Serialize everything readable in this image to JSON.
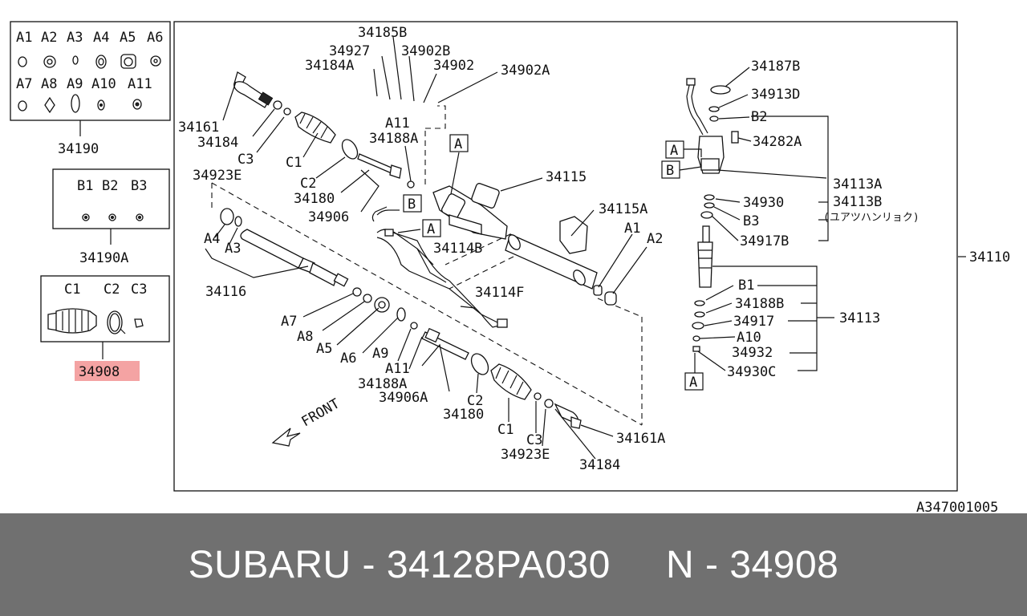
{
  "diagram": {
    "main_assembly": "34110",
    "image_code": "A347001005",
    "front": "FRONT",
    "highlight_color": "#f4a3a3",
    "highlighted_part": "34908",
    "kit_34190": {
      "label": "34190",
      "items": [
        "A1",
        "A2",
        "A3",
        "A4",
        "A5",
        "A6",
        "A7",
        "A8",
        "A9",
        "A10",
        "A11"
      ]
    },
    "kit_34190A": {
      "label": "34190A",
      "items": [
        "B1",
        "B2",
        "B3"
      ]
    },
    "kit_34908": {
      "label": "34908",
      "items": [
        "C1",
        "C2",
        "C3"
      ]
    },
    "refs": {
      "a": "A",
      "b": "B"
    },
    "labels": {
      "p34185B": "34185B",
      "p34927": "34927",
      "p34902B": "34902B",
      "p34184A": "34184A",
      "p34902": "34902",
      "p34902A": "34902A",
      "a11_top": "A11",
      "p34188A_top": "34188A",
      "p34161": "34161",
      "p34184_left": "34184",
      "c3_left": "C3",
      "c1_left": "C1",
      "c2_left": "C2",
      "p34180_left": "34180",
      "p34923E_left": "34923E",
      "p34906": "34906",
      "p34115": "34115",
      "p34115A": "34115A",
      "a1_right": "A1",
      "a2_right": "A2",
      "a4": "A4",
      "a3": "A3",
      "p34114B": "34114B",
      "p34116": "34116",
      "p34114F": "34114F",
      "a7": "A7",
      "a8": "A8",
      "a5": "A5",
      "a6": "A6",
      "a9": "A9",
      "a11_bottom": "A11",
      "p34188A_bottom": "34188A",
      "p34906A": "34906A",
      "c2_bottom": "C2",
      "p34180_bottom": "34180",
      "c1_bottom": "C1",
      "c3_bottom": "C3",
      "p34923E_bottom": "34923E",
      "p34184_bottom": "34184",
      "p34161A": "34161A",
      "p34187B": "34187B",
      "p34913D": "34913D",
      "b2_right": "B2",
      "p34282A": "34282A",
      "p34113A": "34113A",
      "p34113B": "34113B",
      "p34113B_note": "(ユアツハンリョク)",
      "p34930": "34930",
      "b3_right": "B3",
      "p34917B": "34917B",
      "b1_right": "B1",
      "p34188B": "34188B",
      "p34917": "34917",
      "a10_right": "A10",
      "p34932": "34932",
      "p34930C": "34930C",
      "p34113": "34113"
    }
  },
  "footer": {
    "text": "SUBARU - 34128PA030     N - 34908"
  }
}
